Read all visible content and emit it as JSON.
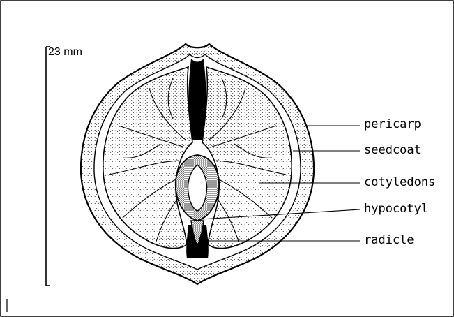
{
  "scale_bar": {
    "label": "23 mm"
  },
  "labels": {
    "pericarp": "pericarp",
    "seedcoat": "seedcoat",
    "cotyledons": "cotyledons",
    "hypocotyl": "hypocotyl",
    "radicle": "radicle"
  },
  "colors": {
    "ink": "#000000",
    "paper": "#ffffff"
  }
}
